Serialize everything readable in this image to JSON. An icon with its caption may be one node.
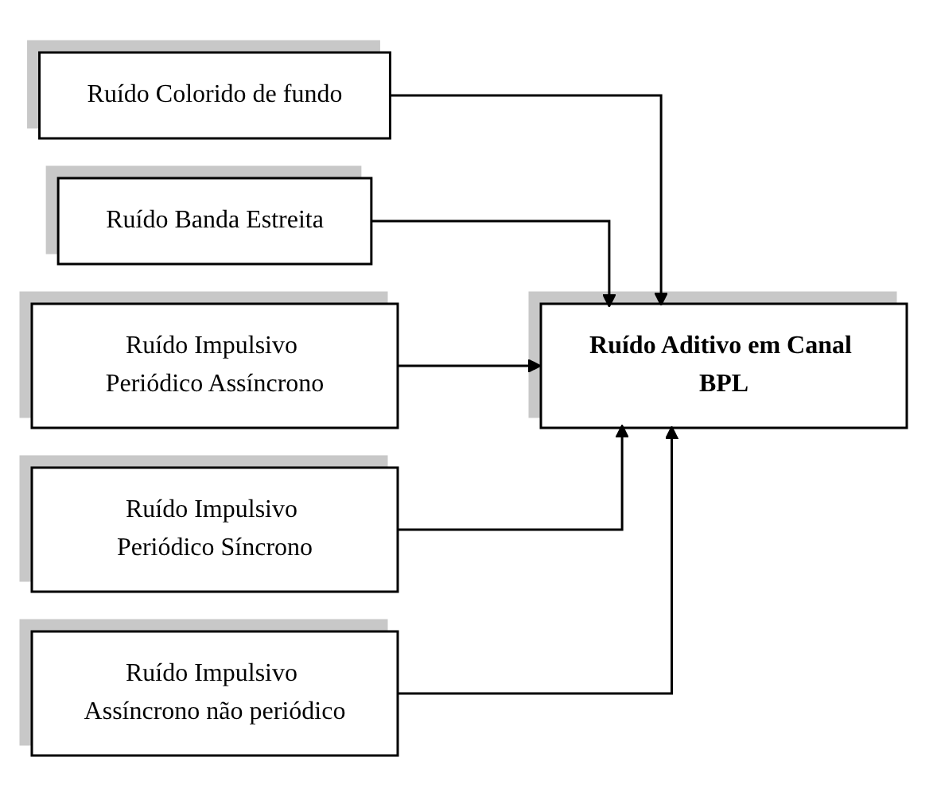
{
  "diagram": {
    "nodes": [
      {
        "text": [
          "Ruído Colorido de fundo"
        ]
      },
      {
        "text": [
          "Ruído Banda Estreita"
        ]
      },
      {
        "text": [
          "Ruído Impulsivo Periódico Assíncrono"
        ]
      },
      {
        "text": [
          "Ruído Impulsivo Periódico Síncrono"
        ]
      },
      {
        "text": [
          "Ruído Impulsivo Assíncrono não periódico"
        ]
      },
      {
        "text": [
          "Ruído Aditivo em Canal BPL"
        ]
      }
    ],
    "edges": [
      {
        "from": 0,
        "to": 5,
        "arrow": "to"
      },
      {
        "from": 1,
        "to": 5,
        "arrow": "to"
      },
      {
        "from": 2,
        "to": 5,
        "arrow": "to"
      },
      {
        "from": 3,
        "to": 5,
        "arrow": "to"
      },
      {
        "from": 4,
        "to": 5,
        "arrow": "to"
      }
    ]
  }
}
